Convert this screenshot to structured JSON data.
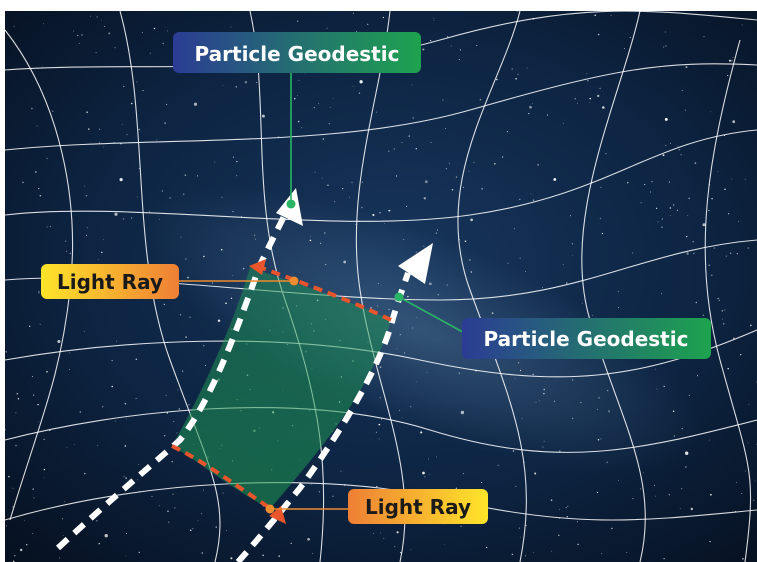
{
  "diagram": {
    "labels": {
      "geodestic_top": "Particle Geodestic",
      "geodestic_right": "Particle Geodestic",
      "light_ray_left": "Light Ray",
      "light_ray_bottom": "Light Ray"
    },
    "colors": {
      "space_dark": "#081426",
      "space_mid": "#122d4f",
      "grid_line": "#ffffff",
      "geodesic_dash": "#ffffff",
      "light_ray": "#e8552a",
      "enclosed_region": "#1c8a4a",
      "geodestic_gradient": [
        "#2b3c94",
        "#1da34e"
      ],
      "light_ray_gradient": [
        "#ffe52a",
        "#ee7f35"
      ],
      "callout_green": "#2ab465",
      "callout_orange": "#ee8c30"
    },
    "icons": [
      "arrow-head-icon",
      "callout-dot-icon"
    ]
  }
}
